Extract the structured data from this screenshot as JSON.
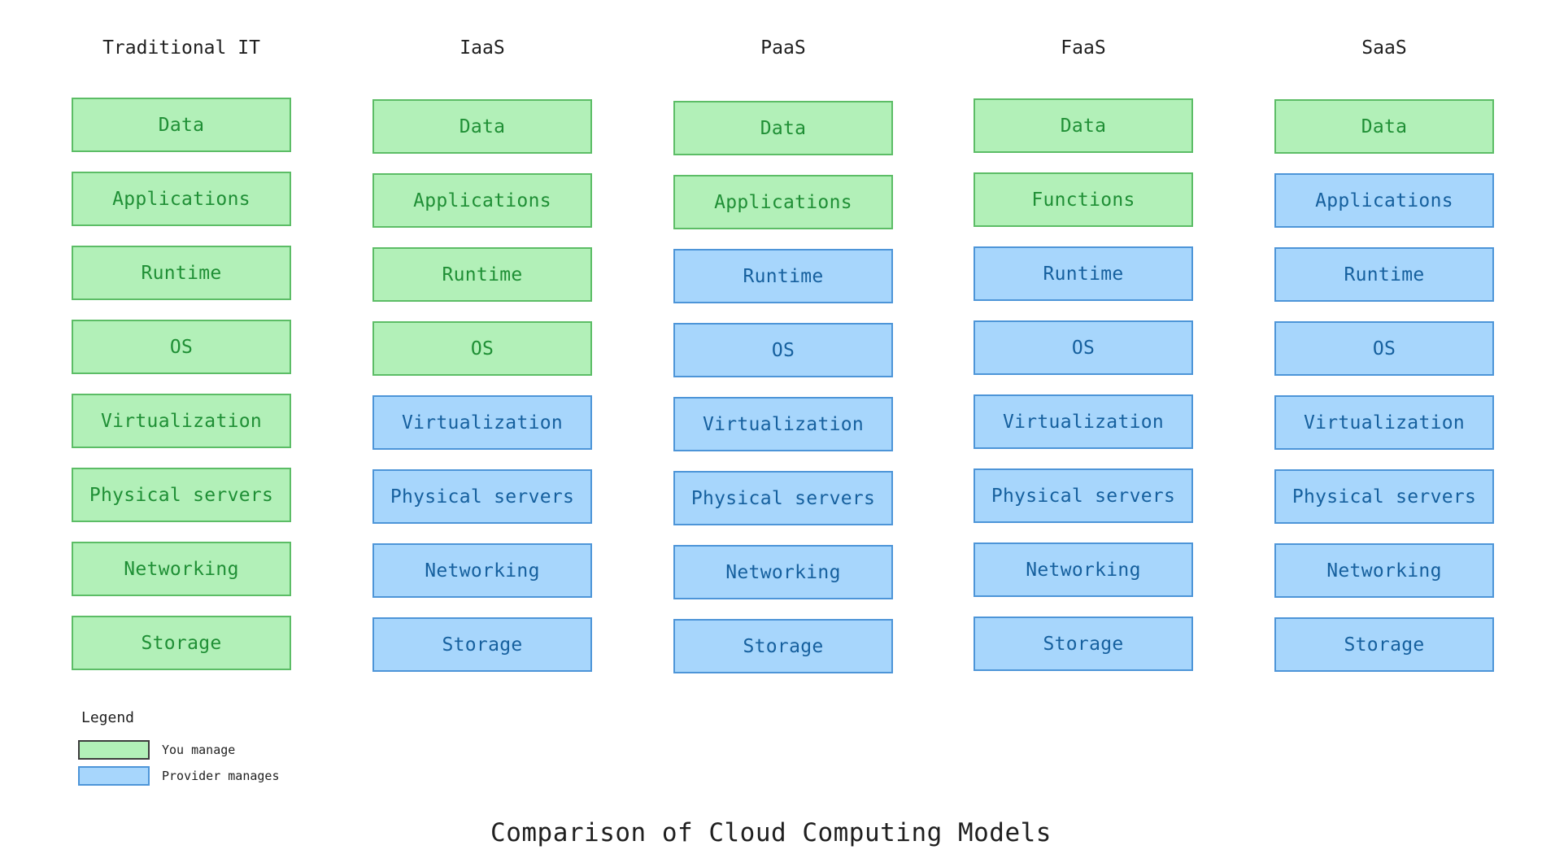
{
  "diagram": {
    "title": "Comparison of Cloud Computing Models",
    "columns": [
      {
        "name": "Traditional IT",
        "layers": [
          {
            "label": "Data",
            "managed_by": "you"
          },
          {
            "label": "Applications",
            "managed_by": "you"
          },
          {
            "label": "Runtime",
            "managed_by": "you"
          },
          {
            "label": "OS",
            "managed_by": "you"
          },
          {
            "label": "Virtualization",
            "managed_by": "you"
          },
          {
            "label": "Physical servers",
            "managed_by": "you"
          },
          {
            "label": "Networking",
            "managed_by": "you"
          },
          {
            "label": "Storage",
            "managed_by": "you"
          }
        ]
      },
      {
        "name": "IaaS",
        "layers": [
          {
            "label": "Data",
            "managed_by": "you"
          },
          {
            "label": "Applications",
            "managed_by": "you"
          },
          {
            "label": "Runtime",
            "managed_by": "you"
          },
          {
            "label": "OS",
            "managed_by": "you"
          },
          {
            "label": "Virtualization",
            "managed_by": "provider"
          },
          {
            "label": "Physical servers",
            "managed_by": "provider"
          },
          {
            "label": "Networking",
            "managed_by": "provider"
          },
          {
            "label": "Storage",
            "managed_by": "provider"
          }
        ]
      },
      {
        "name": "PaaS",
        "layers": [
          {
            "label": "Data",
            "managed_by": "you"
          },
          {
            "label": "Applications",
            "managed_by": "you"
          },
          {
            "label": "Runtime",
            "managed_by": "provider"
          },
          {
            "label": "OS",
            "managed_by": "provider"
          },
          {
            "label": "Virtualization",
            "managed_by": "provider"
          },
          {
            "label": "Physical servers",
            "managed_by": "provider"
          },
          {
            "label": "Networking",
            "managed_by": "provider"
          },
          {
            "label": "Storage",
            "managed_by": "provider"
          }
        ]
      },
      {
        "name": "FaaS",
        "layers": [
          {
            "label": "Data",
            "managed_by": "you"
          },
          {
            "label": "Functions",
            "managed_by": "you"
          },
          {
            "label": "Runtime",
            "managed_by": "provider"
          },
          {
            "label": "OS",
            "managed_by": "provider"
          },
          {
            "label": "Virtualization",
            "managed_by": "provider"
          },
          {
            "label": "Physical servers",
            "managed_by": "provider"
          },
          {
            "label": "Networking",
            "managed_by": "provider"
          },
          {
            "label": "Storage",
            "managed_by": "provider"
          }
        ]
      },
      {
        "name": "SaaS",
        "layers": [
          {
            "label": "Data",
            "managed_by": "you"
          },
          {
            "label": "Applications",
            "managed_by": "provider"
          },
          {
            "label": "Runtime",
            "managed_by": "provider"
          },
          {
            "label": "OS",
            "managed_by": "provider"
          },
          {
            "label": "Virtualization",
            "managed_by": "provider"
          },
          {
            "label": "Physical servers",
            "managed_by": "provider"
          },
          {
            "label": "Networking",
            "managed_by": "provider"
          },
          {
            "label": "Storage",
            "managed_by": "provider"
          }
        ]
      }
    ]
  },
  "legend": {
    "title": "Legend",
    "items": [
      {
        "key": "you",
        "label": "You manage"
      },
      {
        "key": "provider",
        "label": "Provider manages"
      }
    ]
  },
  "colors": {
    "you_fill": "#b2f0b8",
    "you_border": "#5cbd66",
    "you_text": "#1f8f35",
    "provider_fill": "#a7d6fc",
    "provider_border": "#4d95d8",
    "provider_text": "#16609e"
  }
}
